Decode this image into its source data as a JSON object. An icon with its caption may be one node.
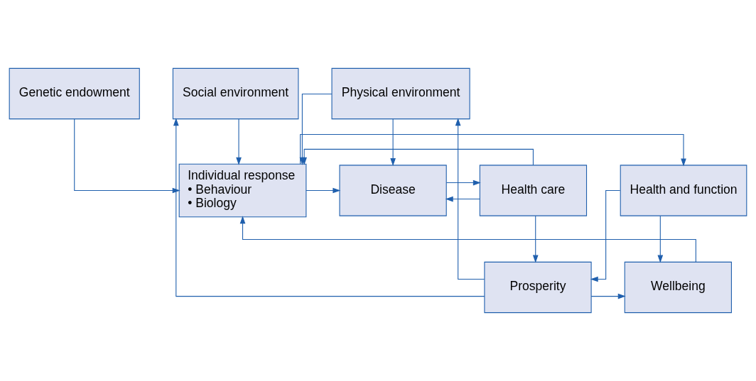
{
  "diagram": {
    "nodes": [
      {
        "text": [
          "Social environment"
        ]
      },
      {
        "text": [
          "Physical environment"
        ]
      },
      {
        "text": [
          "Genetic endowment"
        ]
      },
      {
        "text": [
          "Individual response",
          "• Behaviour",
          "• Biology"
        ]
      },
      {
        "text": [
          "Health and function"
        ]
      },
      {
        "text": [
          "Disease"
        ]
      },
      {
        "text": [
          "Health care"
        ]
      },
      {
        "text": [
          "Wellbeing"
        ]
      },
      {
        "text": [
          "Prosperity"
        ]
      }
    ],
    "edges": [
      {
        "from": 8,
        "to": 0,
        "arrow": "to"
      },
      {
        "from": 8,
        "to": 1,
        "arrow": "to"
      },
      {
        "from": 0,
        "to": 3,
        "arrow": "to"
      },
      {
        "from": 1,
        "to": 3,
        "arrow": "to"
      },
      {
        "from": 1,
        "to": 5,
        "arrow": "to"
      },
      {
        "from": 2,
        "to": 3,
        "arrow": "to"
      },
      {
        "from": 6,
        "to": 3,
        "arrow": "to"
      },
      {
        "from": 3,
        "to": 5,
        "arrow": "to"
      },
      {
        "from": 3,
        "to": 4,
        "arrow": "to"
      },
      {
        "from": 5,
        "to": 6,
        "arrow": "to"
      },
      {
        "from": 6,
        "to": 5,
        "arrow": "to"
      },
      {
        "from": 4,
        "to": 7,
        "arrow": "to"
      },
      {
        "from": 4,
        "to": 8,
        "arrow": "to"
      },
      {
        "from": 6,
        "to": 8,
        "arrow": "to"
      },
      {
        "from": 8,
        "to": 7,
        "arrow": "to"
      },
      {
        "from": 7,
        "to": 3,
        "arrow": "to"
      }
    ]
  }
}
